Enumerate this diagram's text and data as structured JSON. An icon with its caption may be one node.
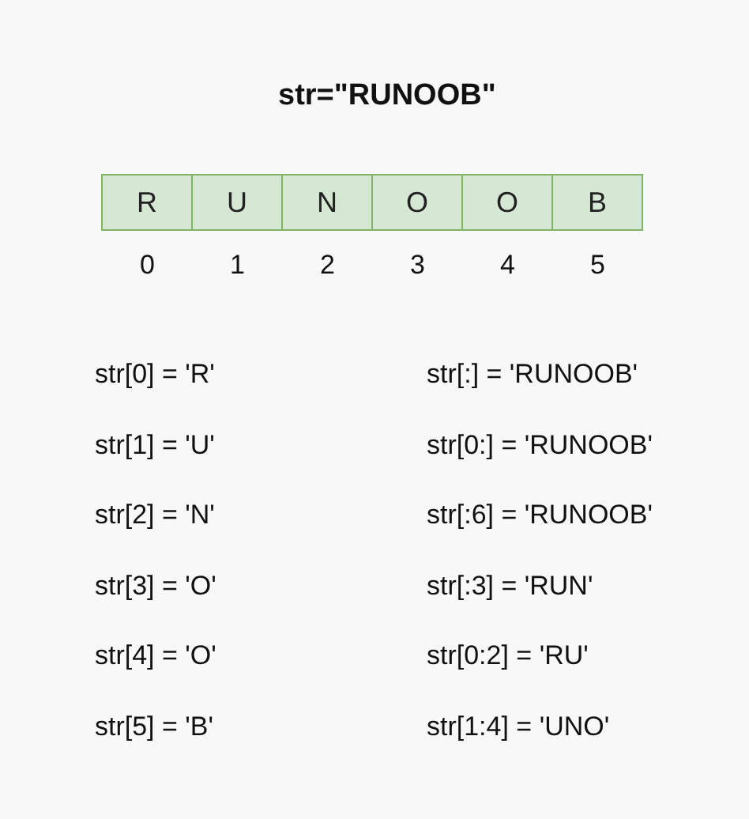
{
  "diagram": {
    "title": "str=\"RUNOOB\"",
    "nodes": [
      {
        "text": [
          "R"
        ]
      },
      {
        "text": [
          "U"
        ]
      },
      {
        "text": [
          "N"
        ]
      },
      {
        "text": [
          "O"
        ]
      },
      {
        "text": [
          "O"
        ]
      },
      {
        "text": [
          "B"
        ]
      }
    ],
    "labels": [
      "0",
      "1",
      "2",
      "3",
      "4",
      "5",
      "str[0] = 'R'",
      "str[:] = 'RUNOOB'",
      "str[1] = 'U'",
      "str[0:] = 'RUNOOB'",
      "str[2] = 'N'",
      "str[:6] = 'RUNOOB'",
      "str[3] = 'O'",
      "str[:3] = 'RUN'",
      "str[4] = 'O'",
      "str[0:2] = 'RU'",
      "str[5] = 'B'",
      "str[1:4] = 'UNO'"
    ]
  }
}
